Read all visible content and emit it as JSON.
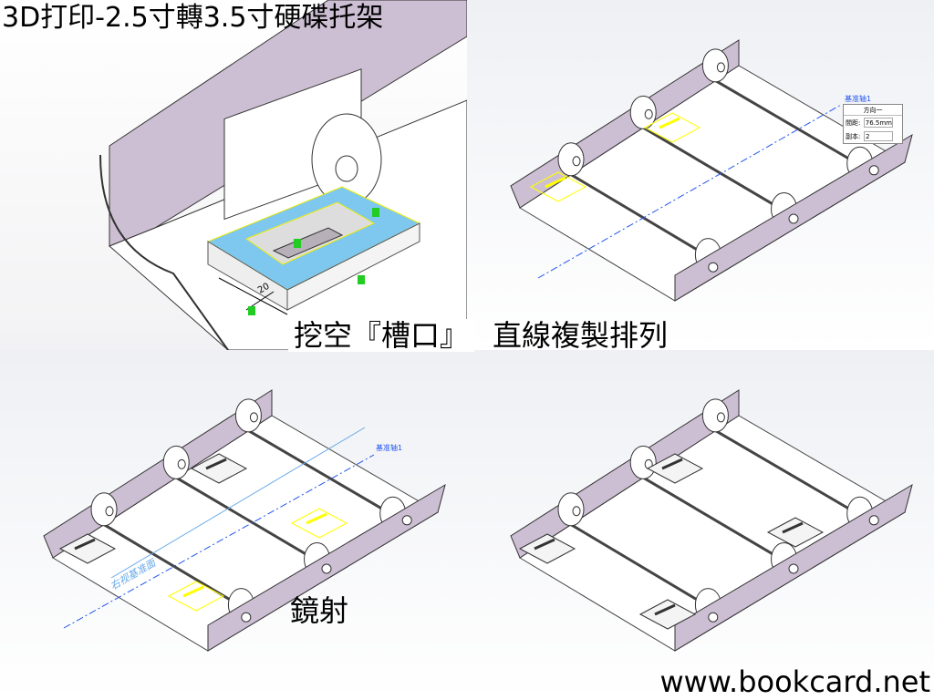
{
  "title": "3D打印-2.5寸轉3.5寸硬碟托架",
  "steps": {
    "cut": "挖空『槽口』",
    "pattern": "直線複製排列",
    "mirror": "鏡射"
  },
  "website": "www.bookcard.net",
  "detail": {
    "dimension": "20"
  },
  "pattern_dialog": {
    "axis": "基准轴1",
    "header": "方向一",
    "spacing_label": "間距:",
    "spacing_value": "76.5mm",
    "copies_label": "副本:",
    "copies_value": "2"
  },
  "mirror_view": {
    "axis": "基准轴1",
    "plane": "右视基准面"
  },
  "colors": {
    "part": "#cdbfd3",
    "selection": "#ffff00",
    "face": "#7ec8f0",
    "axis": "#2255ee"
  }
}
